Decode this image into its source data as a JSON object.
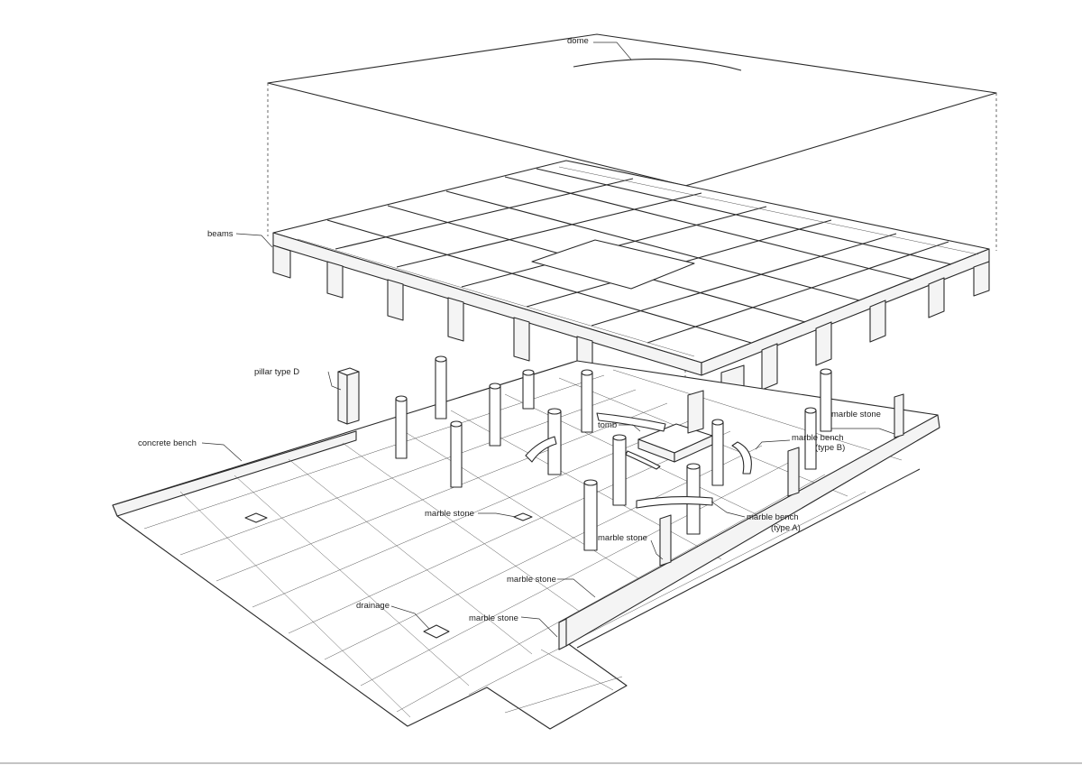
{
  "labels": {
    "dome": "dome",
    "beams": "beams",
    "pillar_type_d": "pillar type D",
    "concrete_bench": "concrete bench",
    "tomb": "tomb",
    "marble_stone_right": "marble stone",
    "marble_bench_b_line1": "marble bench",
    "marble_bench_b_line2": "(type B)",
    "marble_stone_center": "marble stone",
    "marble_stone_front_a": "marble stone",
    "marble_bench_a_line1": "marble bench",
    "marble_bench_a_line2": "(type A)",
    "marble_stone_front_b": "marble stone",
    "drainage": "drainage",
    "marble_stone_corner": "marble stone"
  }
}
